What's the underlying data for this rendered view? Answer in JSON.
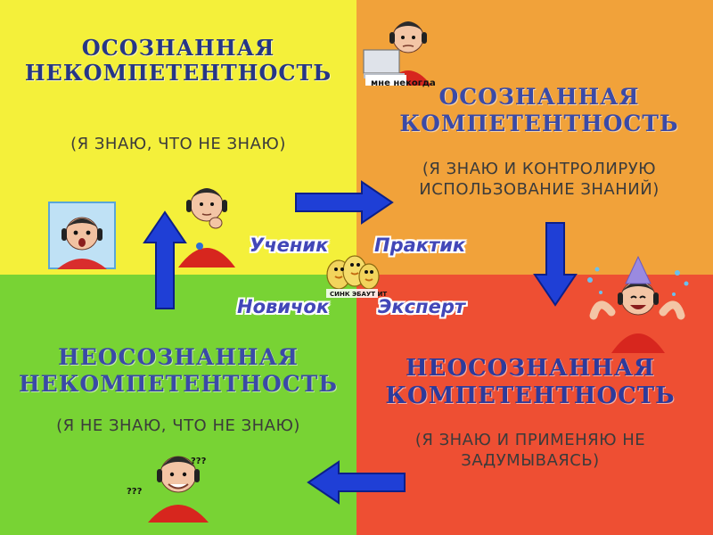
{
  "quadrants": {
    "top_left": {
      "color": "#f4f03a",
      "title_line1": "ОСОЗНАННАЯ",
      "title_line2": "НЕКОМПЕТЕНТНОСТЬ",
      "subtitle": "(Я ЗНАЮ, ЧТО НЕ ЗНАЮ)"
    },
    "top_right": {
      "color": "#f1a23a",
      "title_line1": "ОСОЗНАННАЯ",
      "title_line2": "КОМПЕТЕНТНОСТЬ",
      "subtitle_line1": "(Я ЗНАЮ И КОНТРОЛИРУЮ",
      "subtitle_line2": "ИСПОЛЬЗОВАНИЕ ЗНАНИЙ)"
    },
    "bottom_left": {
      "color": "#78d334",
      "title_line1": "НЕОСОЗНАННАЯ",
      "title_line2": "НЕКОМПЕТЕНТНОСТЬ",
      "subtitle": "(Я НЕ ЗНАЮ, ЧТО НЕ ЗНАЮ)"
    },
    "bottom_right": {
      "color": "#ee4f33",
      "title_line1": "НЕОСОЗНАННАЯ",
      "title_line2": "КОМПЕТЕНТНОСТЬ",
      "subtitle_line1": "(Я ЗНАЮ И ПРИМЕНЯЮ НЕ",
      "subtitle_line2": "ЗАДУМЫВАЯСЬ)"
    }
  },
  "roles": {
    "student": "Ученик",
    "practitioner": "Практик",
    "novice": "Новичок",
    "expert": "Эксперт"
  },
  "stickers": {
    "busy_caption": "мне некогда",
    "question_marks_1": "???",
    "question_marks_2": "???",
    "ducks_caption": "СИНК ЭБАУТ ИТ"
  },
  "arrow_color": "#1f3fd6"
}
